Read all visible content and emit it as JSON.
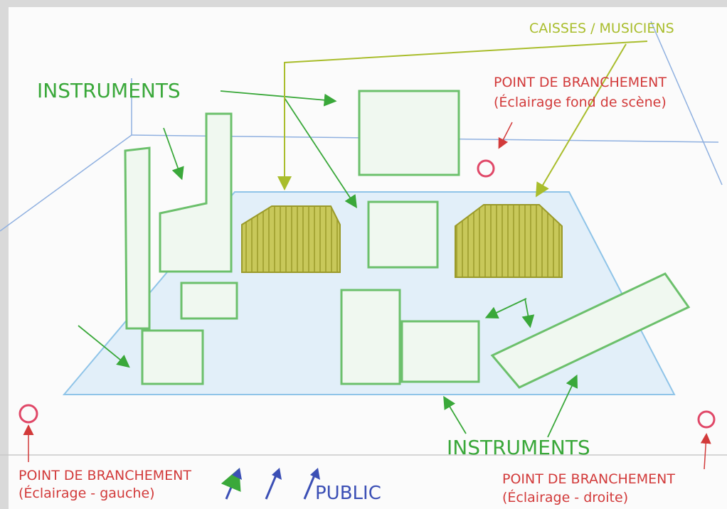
{
  "labels": {
    "instruments_top": "INSTRUMENTS",
    "instruments_bottom": "INSTRUMENTS",
    "caisses": "CAISSES / MUSICIENS",
    "branchement_fond_title": "POINT DE BRANCHEMENT",
    "branchement_fond_sub": "(Éclairage fond de scène)",
    "branchement_gauche_title": "POINT DE BRANCHEMENT",
    "branchement_gauche_sub": "(Éclairage - gauche)",
    "branchement_droite_title": "POINT DE BRANCHEMENT",
    "branchement_droite_sub": "(Éclairage - droite)",
    "public": "PUBLIC"
  },
  "colors": {
    "instruments": "#3aa83a",
    "caisses": "#a9bd2c",
    "branchement": "#d23a3a",
    "public": "#3b4fb5",
    "stage": "#8fc4e8"
  }
}
